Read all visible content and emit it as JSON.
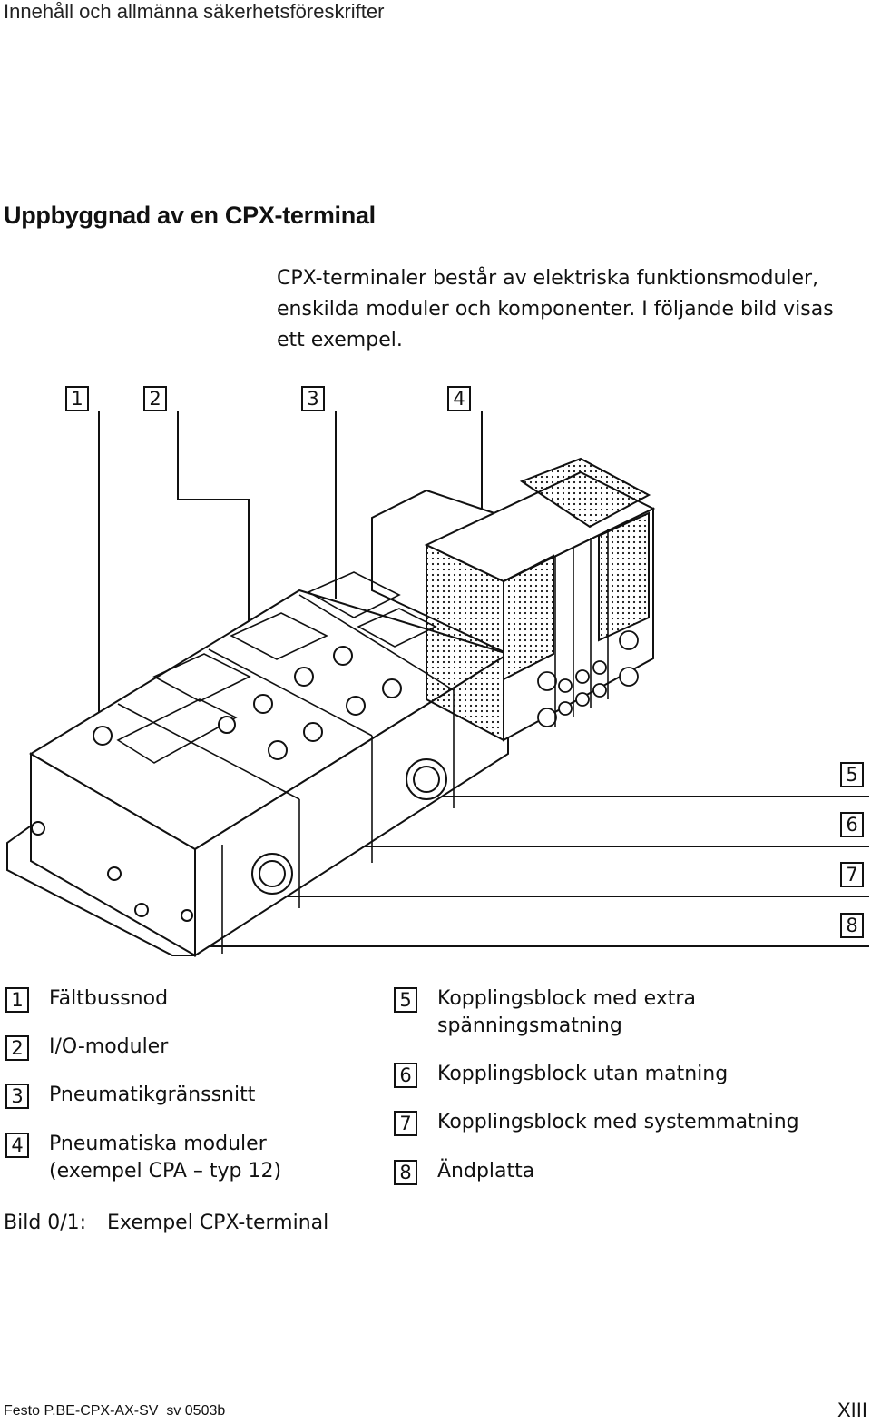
{
  "header": {
    "section": "Innehåll och allmänna säkerhetsföreskrifter"
  },
  "title": "Uppbyggnad av en CPX-terminal",
  "intro": "CPX-terminaler består av elektriska funktionsmoduler, enskilda moduler och komponenter. I följande bild visas ett exempel.",
  "callouts": {
    "top": [
      "1",
      "2",
      "3",
      "4"
    ],
    "right": [
      "5",
      "6",
      "7",
      "8"
    ]
  },
  "legend": {
    "left": [
      {
        "num": "1",
        "lines": [
          "Fältbussnod"
        ]
      },
      {
        "num": "2",
        "lines": [
          "I/O-moduler"
        ]
      },
      {
        "num": "3",
        "lines": [
          "Pneumatikgränssnitt"
        ]
      },
      {
        "num": "4",
        "lines": [
          "Pneumatiska moduler",
          "(exempel CPA – typ 12)"
        ]
      }
    ],
    "right": [
      {
        "num": "5",
        "lines": [
          "Kopplingsblock med extra",
          "spänningsmatning"
        ]
      },
      {
        "num": "6",
        "lines": [
          "Kopplingsblock utan matning"
        ]
      },
      {
        "num": "7",
        "lines": [
          "Kopplingsblock med systemmatning"
        ]
      },
      {
        "num": "8",
        "lines": [
          "Ändplatta"
        ]
      }
    ]
  },
  "caption": {
    "label": "Bild 0/1:",
    "text": "Exempel CPX-terminal"
  },
  "footer": {
    "doc": "Festo P.BE-CPX-AX-SV  sv 0503b",
    "page": "XIII"
  }
}
